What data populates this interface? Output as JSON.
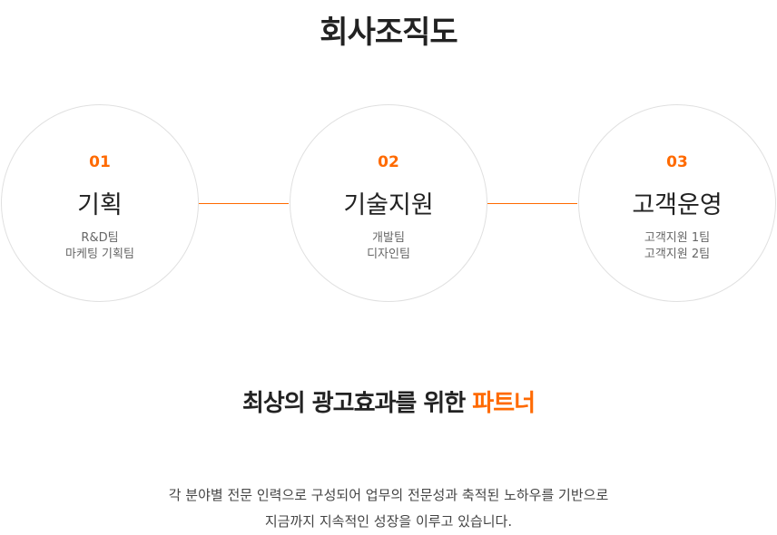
{
  "page_title": "회사조직도",
  "accent_color": "#ff6a00",
  "departments": [
    {
      "number": "01",
      "name": "기획",
      "teams": [
        "R&D팀",
        "마케팅 기획팀"
      ]
    },
    {
      "number": "02",
      "name": "기술지원",
      "teams": [
        "개발팀",
        "디자인팀"
      ]
    },
    {
      "number": "03",
      "name": "고객운영",
      "teams": [
        "고객지원 1팀",
        "고객지원 2팀"
      ]
    }
  ],
  "tagline": {
    "prefix": "최상의 광고효과를 위한 ",
    "highlight": "파트너"
  },
  "description": [
    "각 분야별 전문 인력으로 구성되어 업무의 전문성과 축적된 노하우를 기반으로",
    "지금까지 지속적인 성장을 이루고 있습니다."
  ]
}
